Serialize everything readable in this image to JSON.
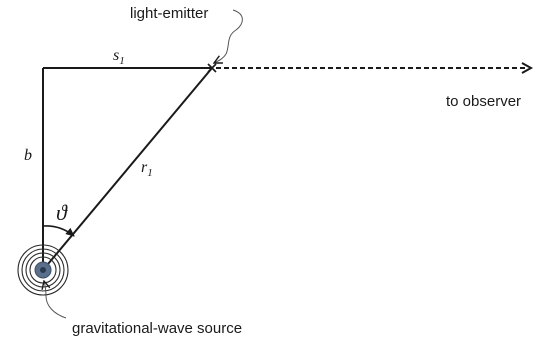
{
  "labels": {
    "emitter": "light-emitter",
    "observer": "to observer",
    "source": "gravitational-wave source"
  },
  "symbols": {
    "s": "s",
    "s_sub": "1",
    "r": "r",
    "r_sub": "1",
    "b": "b",
    "theta": "ϑ"
  },
  "colors": {
    "line": "#1a1a1a",
    "source_core": "#5a6f8c",
    "source_ring": "#2a2a2a"
  }
}
